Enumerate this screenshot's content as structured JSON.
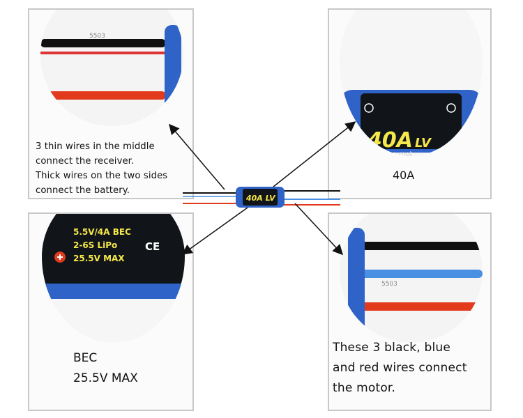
{
  "panels": {
    "receiver": {
      "caption_lines": [
        "3 thin wires in the middle",
        "connect the receiver.",
        "Thick wires on the two sides",
        "connect the battery."
      ],
      "cable_print": "5503"
    },
    "model": {
      "caption": "40A",
      "label_main": "40A",
      "label_suffix": "LV",
      "label_sub": "es mot"
    },
    "bec": {
      "caption_lines": [
        "BEC",
        "25.5V MAX"
      ],
      "label_lines": [
        "5.5V/4A  BEC",
        "2-6S LiPo",
        "25.5V MAX"
      ],
      "ce_mark": "CE"
    },
    "motor": {
      "caption_lines": [
        "These 3 black, blue",
        "and red wires connect",
        "the motor."
      ],
      "cable_print": "5503"
    }
  },
  "center": {
    "esc_label": "40A LV"
  },
  "colors": {
    "esc_blue": "#2f63c8",
    "esc_dark": "#111418",
    "wire_red": "#e23a1c",
    "wire_black": "#101010",
    "wire_blue": "#4a90e2",
    "panel_border": "#c8c8c8"
  }
}
